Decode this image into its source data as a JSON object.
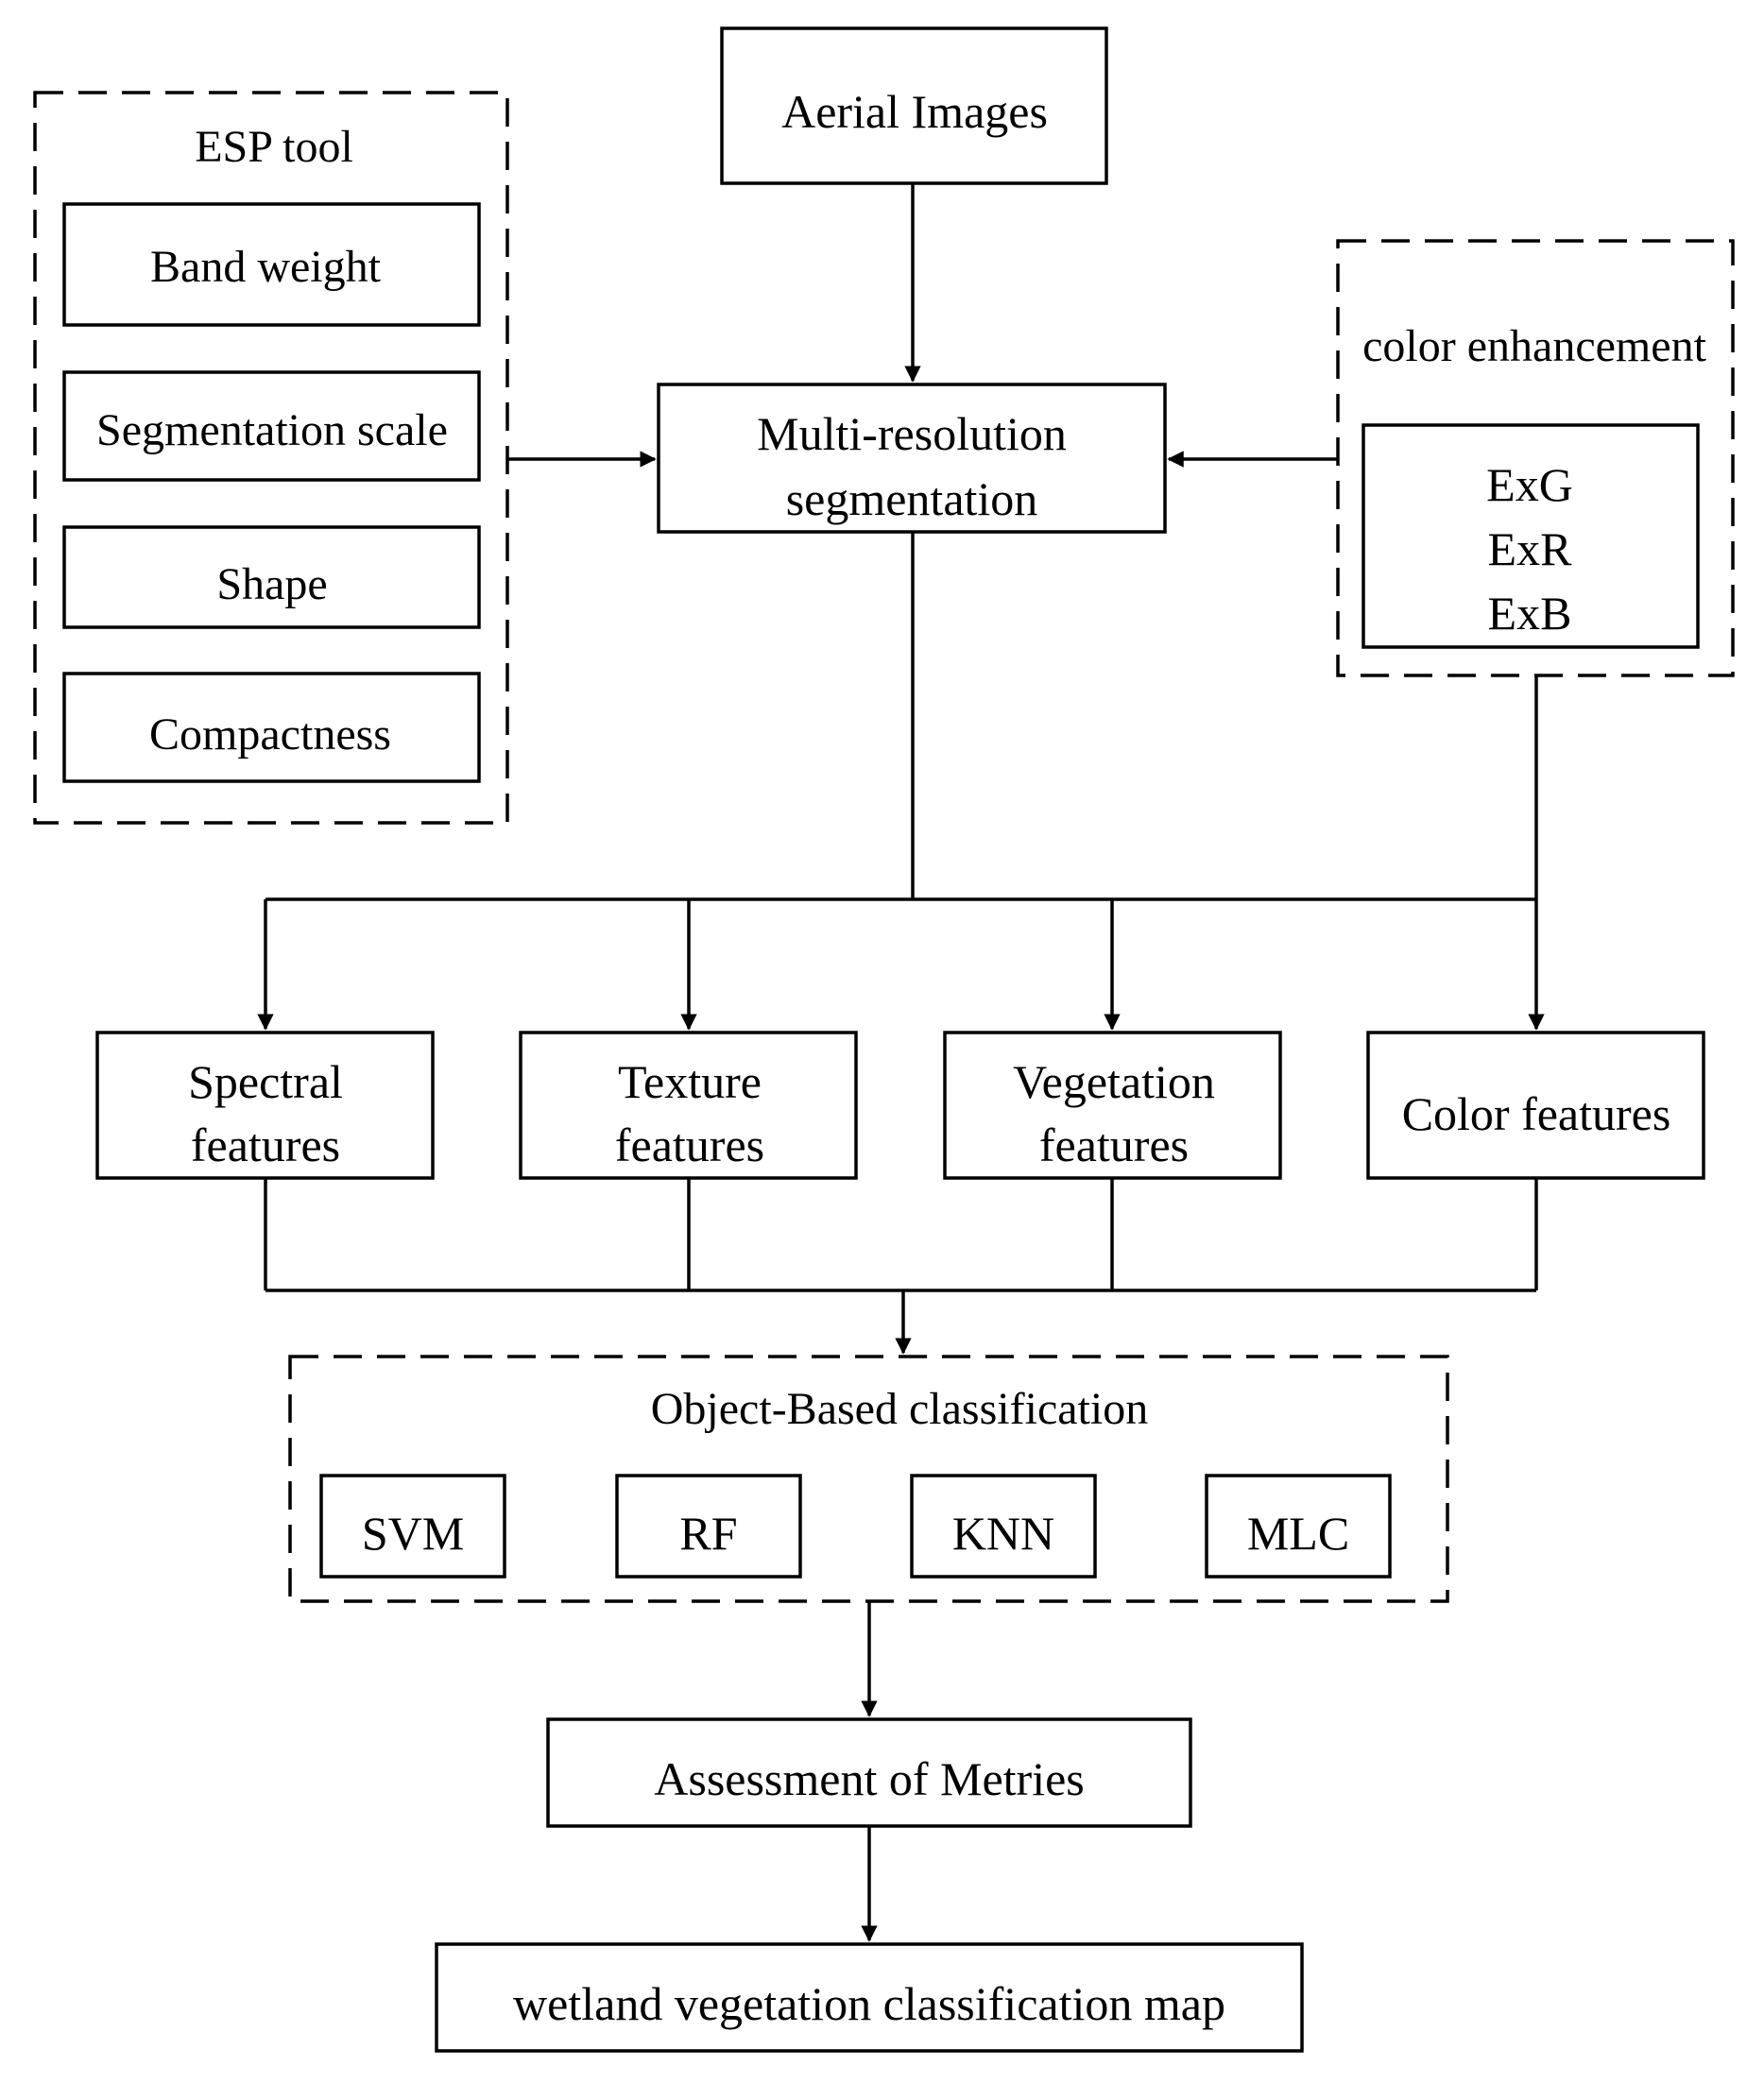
{
  "diagram": {
    "esp_group": {
      "title": "ESP tool",
      "items": [
        "Band weight",
        "Segmentation scale",
        "Shape",
        "Compactness"
      ]
    },
    "aerial_images": "Aerial Images",
    "segmentation": [
      "Multi-resolution",
      "segmentation"
    ],
    "color_group": {
      "title": "color enhancement",
      "indices": [
        "ExG",
        "ExR",
        "ExB"
      ]
    },
    "features": [
      {
        "line1": "Spectral",
        "line2": "features"
      },
      {
        "line1": "Texture",
        "line2": "features"
      },
      {
        "line1": "Vegetation",
        "line2": "features"
      },
      {
        "line1": "Color features",
        "line2": ""
      }
    ],
    "classification_group": {
      "title": "Object-Based classification",
      "methods": [
        "SVM",
        "RF",
        "KNN",
        "MLC"
      ]
    },
    "assessment": "Assessment of Metries",
    "output_map": "wetland vegetation classification map"
  }
}
